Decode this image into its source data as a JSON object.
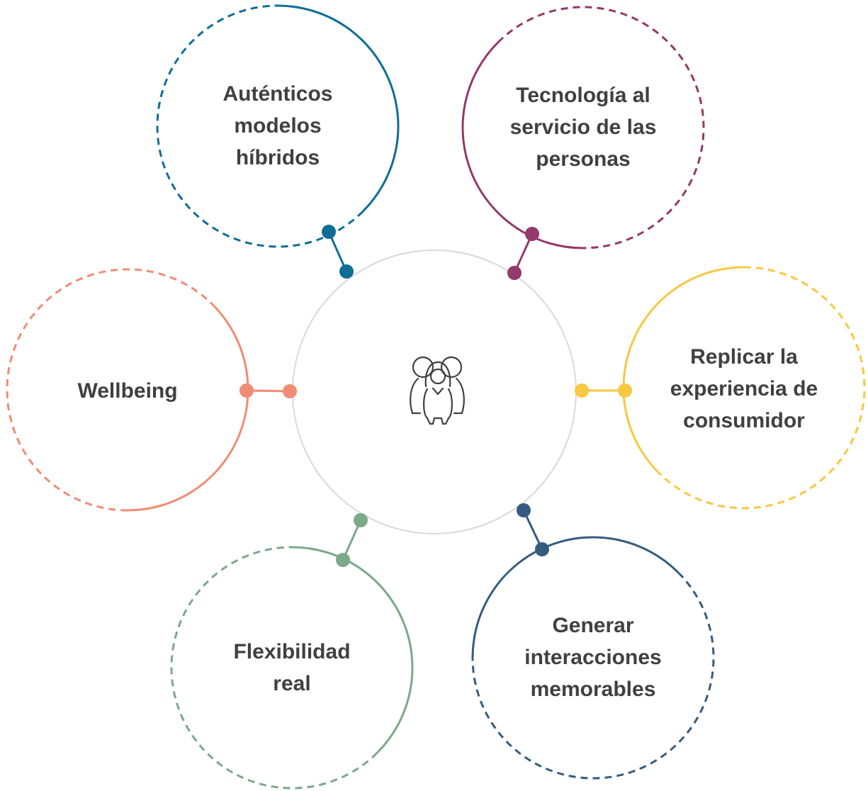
{
  "center": {
    "icon": "people-group-icon",
    "ring_color": "#d9d9d9"
  },
  "nodes": [
    {
      "id": "autenticos",
      "lines": [
        "Auténticos",
        "modelos",
        "híbridos"
      ],
      "color": "#0e6e95"
    },
    {
      "id": "tecnologia",
      "lines": [
        "Tecnología al",
        "servicio de las",
        "personas"
      ],
      "color": "#93396b"
    },
    {
      "id": "replicar",
      "lines": [
        "Replicar la",
        "experiencia de",
        "consumidor"
      ],
      "color": "#f8c842"
    },
    {
      "id": "generar",
      "lines": [
        "Generar",
        "interacciones",
        "memorables"
      ],
      "color": "#355c80"
    },
    {
      "id": "flexibilidad",
      "lines": [
        "Flexibilidad",
        "real"
      ],
      "color": "#7ba989"
    },
    {
      "id": "wellbeing",
      "lines": [
        "Wellbeing"
      ],
      "color": "#f08c74"
    }
  ]
}
